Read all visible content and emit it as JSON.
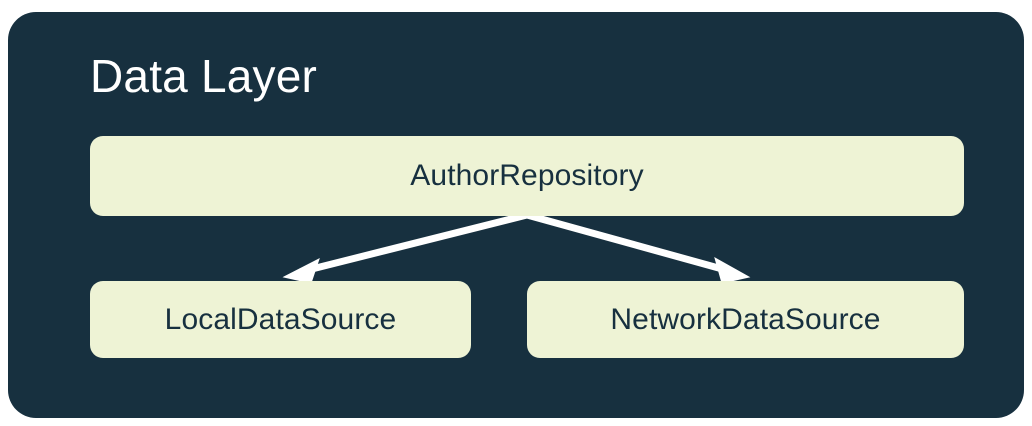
{
  "diagram": {
    "title": "Data Layer",
    "panel_color": "#17303f",
    "node_fill": "#eef3d5",
    "node_text_color": "#17303f",
    "title_color": "#ffffff",
    "edge_color": "#ffffff",
    "page_background": "#ffffff",
    "nodes": [
      {
        "id": "author-repository",
        "label": "AuthorRepository",
        "row": 0
      },
      {
        "id": "local-data-source",
        "label": "LocalDataSource",
        "row": 1
      },
      {
        "id": "network-data-source",
        "label": "NetworkDataSource",
        "row": 1
      }
    ],
    "edges": [
      {
        "from": "AuthorRepository",
        "to": "LocalDataSource",
        "style": "solid-arrow"
      },
      {
        "from": "AuthorRepository",
        "to": "NetworkDataSource",
        "style": "solid-arrow"
      }
    ]
  }
}
